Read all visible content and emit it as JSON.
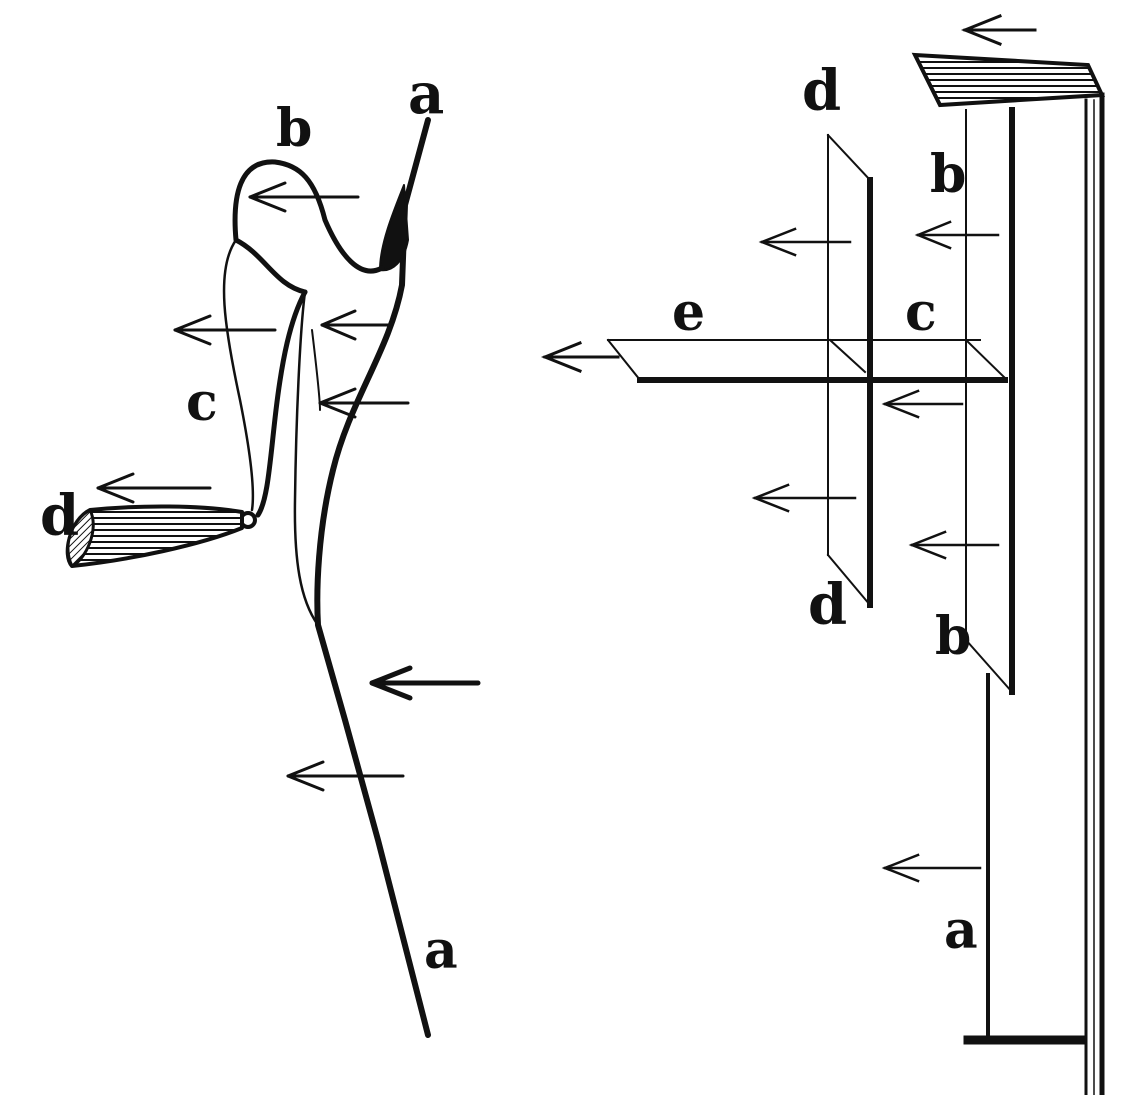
{
  "colors": {
    "ink": "#111111",
    "paper": "#ffffff"
  },
  "left_figure": {
    "labels": {
      "a_top": "a",
      "b": "b",
      "c": "c",
      "d": "d",
      "a_bottom": "a"
    }
  },
  "right_figure": {
    "labels": {
      "d_top": "d",
      "b_top": "b",
      "e": "e",
      "c": "c",
      "d_bottom": "d",
      "b_bottom": "b",
      "a": "a"
    }
  },
  "icons": {
    "arrow": "left-arrow-icon",
    "plank": "hatched-plank-icon"
  }
}
